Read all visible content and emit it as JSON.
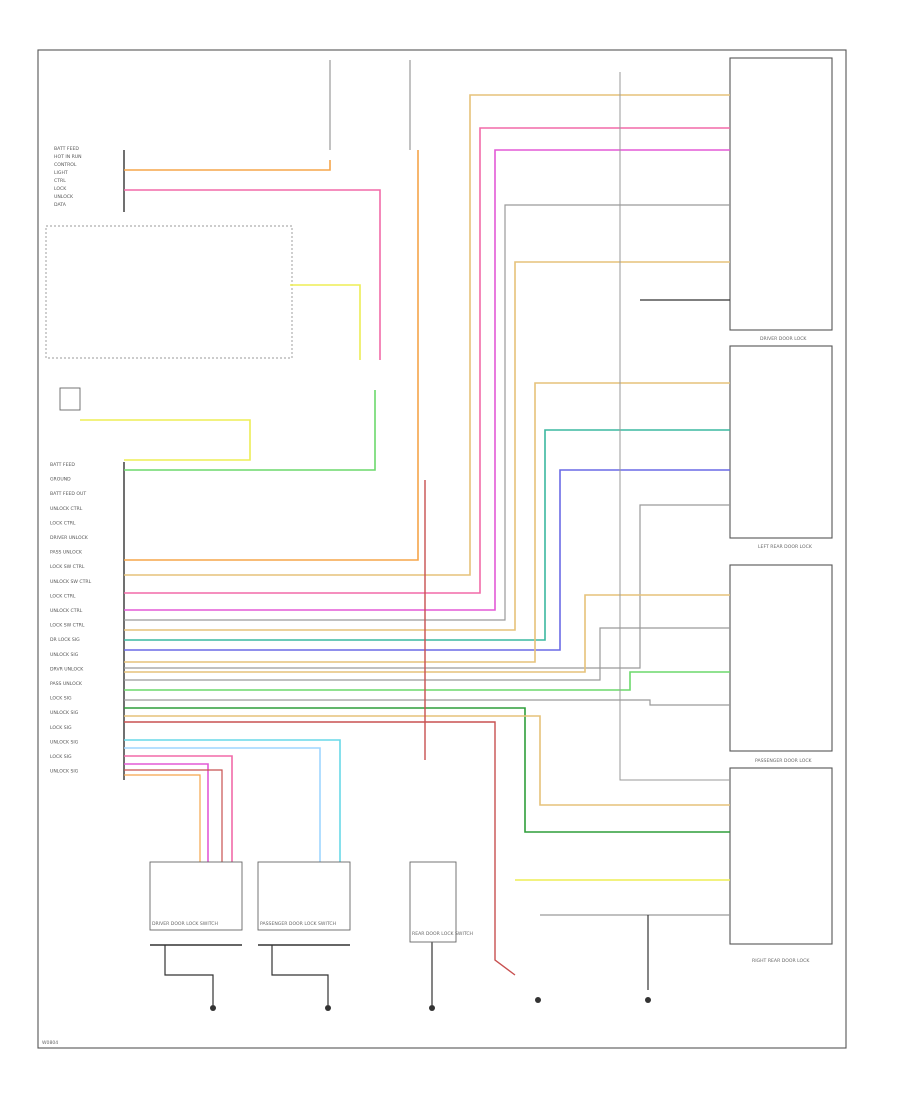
{
  "diagram": {
    "corner_ref": "W0804",
    "modules": [
      {
        "id": "driver_door_lock",
        "title": "DRIVER DOOR LOCK"
      },
      {
        "id": "lf_rear_door_lock",
        "title": "LEFT REAR DOOR LOCK"
      },
      {
        "id": "passenger_door_lock",
        "title": "PASSENGER DOOR LOCK"
      },
      {
        "id": "rr_rear_door_lock",
        "title": "RIGHT REAR DOOR LOCK"
      }
    ],
    "connector_pins": [
      "BATT FEED",
      "GROUND",
      "BATT FEED OUT",
      "UNLOCK CTRL",
      "LOCK CTRL",
      "DRIVER UNLOCK",
      "PASS UNLOCK",
      "LOCK SW CTRL",
      "UNLOCK SW CTRL",
      "LOCK CTRL",
      "UNLOCK CTRL",
      "LOCK SW CTRL",
      "DR LOCK SIG",
      "UNLOCK SIG",
      "DRVR UNLOCK",
      "PASS UNLOCK",
      "LOCK SIG",
      "UNLOCK SIG",
      "LOCK SIG",
      "UNLOCK SIG",
      "LOCK SIG",
      "UNLOCK SIG"
    ],
    "upper_pins": [
      "BATT FEED",
      "HOT IN RUN",
      "CONTROL",
      "LIGHT",
      "CTRL",
      "LOCK",
      "UNLOCK",
      "DATA"
    ],
    "switches": [
      {
        "id": "driver_switch",
        "title": "DRIVER DOOR LOCK SWITCH"
      },
      {
        "id": "passenger_switch",
        "title": "PASSENGER DOOR LOCK SWITCH"
      },
      {
        "id": "rear_switch",
        "title": "REAR DOOR LOCK SWITCH"
      }
    ]
  },
  "colors": {
    "orange": "#f5a54a",
    "pink": "#f26aa8",
    "magenta": "#e35ad6",
    "yellow": "#eded55",
    "tan": "#e6c27a",
    "green": "#6cd96c",
    "darkgreen": "#2e9e3a",
    "teal": "#3bb8a0",
    "blue": "#6a6ae6",
    "violet": "#8a8ad0",
    "red": "#c85050",
    "cyan": "#68d8e8",
    "lightblue": "#9fd6ff",
    "gray": "#9a9a9a",
    "black": "#333333"
  }
}
